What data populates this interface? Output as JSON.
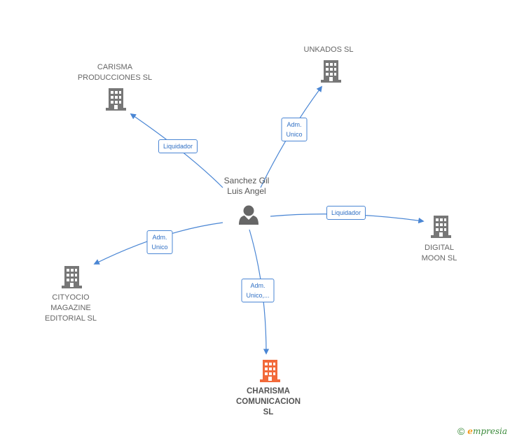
{
  "center": {
    "label": "Sanchez Gil\nLuis Angel",
    "icon": "person-icon"
  },
  "nodes": [
    {
      "id": "carisma",
      "label": "CARISMA\nPRODUCCIONES SL",
      "icon": "building-icon",
      "color": "#777777",
      "main": false
    },
    {
      "id": "unkados",
      "label": "UNKADOS SL",
      "icon": "building-icon",
      "color": "#777777",
      "main": false
    },
    {
      "id": "digital",
      "label": "DIGITAL\nMOON SL",
      "icon": "building-icon",
      "color": "#777777",
      "main": false
    },
    {
      "id": "cityocio",
      "label": "CITYOCIO\nMAGAZINE\nEDITORIAL SL",
      "icon": "building-icon",
      "color": "#777777",
      "main": false
    },
    {
      "id": "charisma",
      "label": "CHARISMA\nCOMUNICACION\nSL",
      "icon": "building-icon",
      "color": "#f26a3a",
      "main": true
    }
  ],
  "edges": [
    {
      "to": "carisma",
      "label": "Liquidador"
    },
    {
      "to": "unkados",
      "label": "Adm.\nUnico"
    },
    {
      "to": "digital",
      "label": "Liquidador"
    },
    {
      "to": "cityocio",
      "label": "Adm.\nUnico"
    },
    {
      "to": "charisma",
      "label": "Adm.\nUnico,..."
    }
  ],
  "colors": {
    "edge": "#4a86d4"
  },
  "footer": {
    "copyright": "©",
    "brand_initial": "e",
    "brand_rest": "mpresia"
  }
}
